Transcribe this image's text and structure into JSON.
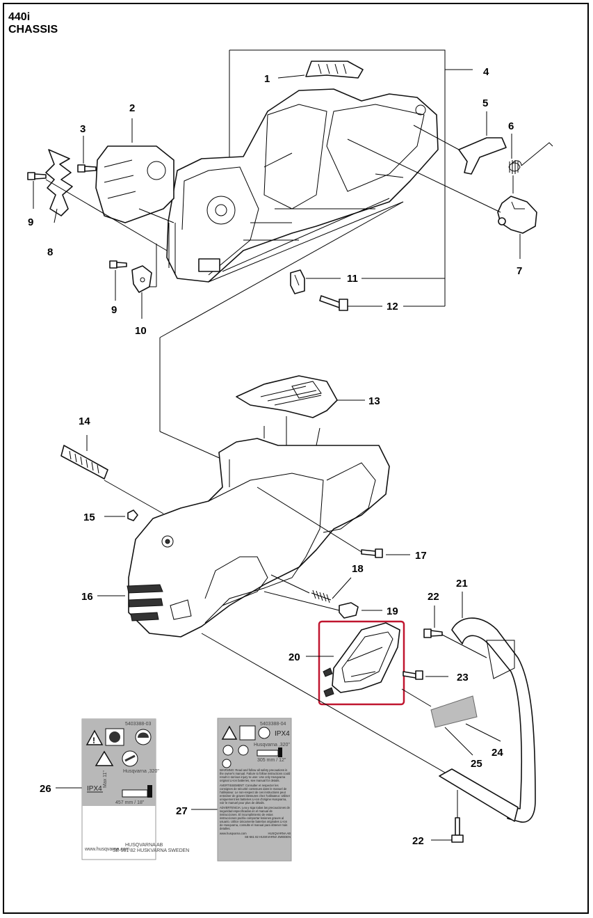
{
  "header": {
    "model": "440i",
    "section": "CHASSIS"
  },
  "callouts": {
    "n1": "1",
    "n2": "2",
    "n3": "3",
    "n4": "4",
    "n5": "5",
    "n6": "6",
    "n7": "7",
    "n8": "8",
    "n9a": "9",
    "n9b": "9",
    "n10": "10",
    "n11": "11",
    "n12": "12",
    "n13": "13",
    "n14": "14",
    "n15": "15",
    "n16": "16",
    "n17": "17",
    "n18": "18",
    "n19": "19",
    "n20": "20",
    "n21": "21",
    "n22a": "22",
    "n22b": "22",
    "n23": "23",
    "n24": "24",
    "n25": "25",
    "n26": "26",
    "n27": "27"
  },
  "highlight": {
    "part": "20",
    "color": "#c0152f"
  },
  "labels": {
    "l26": {
      "code": "5403388-03",
      "model": "Husqvarna ,320\"",
      "ipx": "IPX4",
      "size": "457 mm / 18\"",
      "vmax": "Max 11\"",
      "url": "www.husqvarna.com",
      "maker": "HUSQVARNA AB",
      "country": "SE-561 82 HUSKVARNA SWEDEN"
    },
    "l27": {
      "code": "5403388-04",
      "model": "Husqvarna ,320\"",
      "ipx": "IPX4",
      "size": "305 mm / 12\"",
      "warning": "WARNING: Read and follow all safety precautions in the owner's manual. Failure to follow instructions could result in serious injury to user. Use only Husqvarna original Li-ion batteries, see manual for details.",
      "avertissement": "AVERTISSEMENT: Consulter et respecter les consignes de sécurité contenues dans le manuel de l'utilisateur. Le non-respect de ces instructions peut entraîner de graves blessures chez l'utilisateur. Utiliser uniquement les batteries Li-ion d'origine Husqvarna, voir le manuel pour plus de détails.",
      "advertencia": "ADVERTENCIA: Lea y siga todas las precauciones de seguridad especificadas en el manual de instrucciones. El incumplimiento de estas instrucciones podría comportar lesiones graves al usuario. Utilice únicamente baterías originales Li-ion de Husqvarna, consulte el manual para obtener más detalles.",
      "url": "www.husqvarna.com",
      "maker": "HUSQVARNA AB",
      "country": "SE-561 82 HUSKVARNA SWEDEN"
    }
  }
}
